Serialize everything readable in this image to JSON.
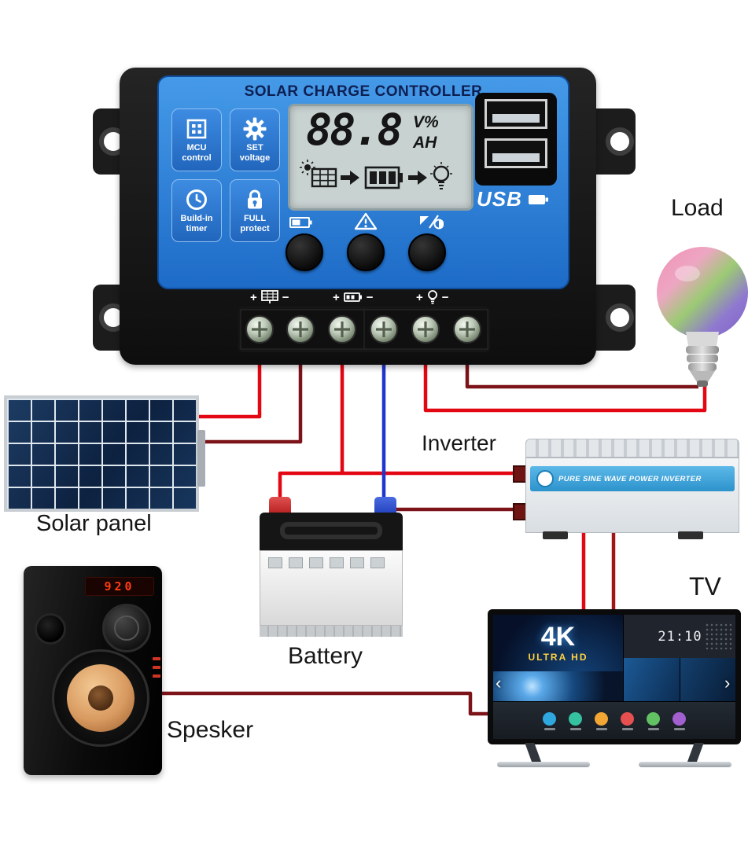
{
  "colors": {
    "controller_panel_blue": "#2a7dd8",
    "wire_positive_red": "#e30613",
    "wire_negative_dark": "#7c1318",
    "wire_battery_blue": "#2134cc",
    "lcd_background": "#c8d2d1"
  },
  "controller": {
    "title": "SOLAR CHARGE CONTROLLER",
    "features": [
      {
        "label": "MCU control"
      },
      {
        "label": "SET voltage"
      },
      {
        "label": "Build-in timer"
      },
      {
        "label": "FULL protect"
      }
    ],
    "lcd": {
      "value": "88.8",
      "unit_top": "V%",
      "unit_bottom": "AH"
    },
    "usb_label": "USB",
    "terminals": {
      "plus": "+",
      "minus": "−"
    }
  },
  "components": {
    "load_label": "Load",
    "solar_panel_label": "Solar panel",
    "battery_label": "Battery",
    "inverter_label": "Inverter",
    "tv_label": "TV",
    "speaker_label": "Spesker"
  },
  "inverter": {
    "stripe_text": "PURE SINE WAVE POWER INVERTER"
  },
  "tv": {
    "logo_top": "4K",
    "logo_bottom": "ULTRA HD",
    "clock": "21:10",
    "chevron_left": "‹",
    "chevron_right": "›"
  },
  "speaker": {
    "display": "920"
  },
  "connections": [
    {
      "from": "controller-solar-terminals",
      "to": "solar-panel",
      "wires": [
        "red",
        "dark-red"
      ]
    },
    {
      "from": "controller-battery-terminals",
      "to": "battery",
      "wires": [
        "red",
        "blue"
      ]
    },
    {
      "from": "controller-load-terminals",
      "to": "load-bulb",
      "wires": [
        "red",
        "dark-red"
      ]
    },
    {
      "from": "battery",
      "to": "inverter",
      "wires": [
        "red",
        "dark-red"
      ]
    },
    {
      "from": "inverter",
      "to": "tv",
      "wires": [
        "red",
        "dark-red"
      ]
    },
    {
      "from": "speaker",
      "to": "tv",
      "wires": [
        "dark-red"
      ]
    }
  ]
}
